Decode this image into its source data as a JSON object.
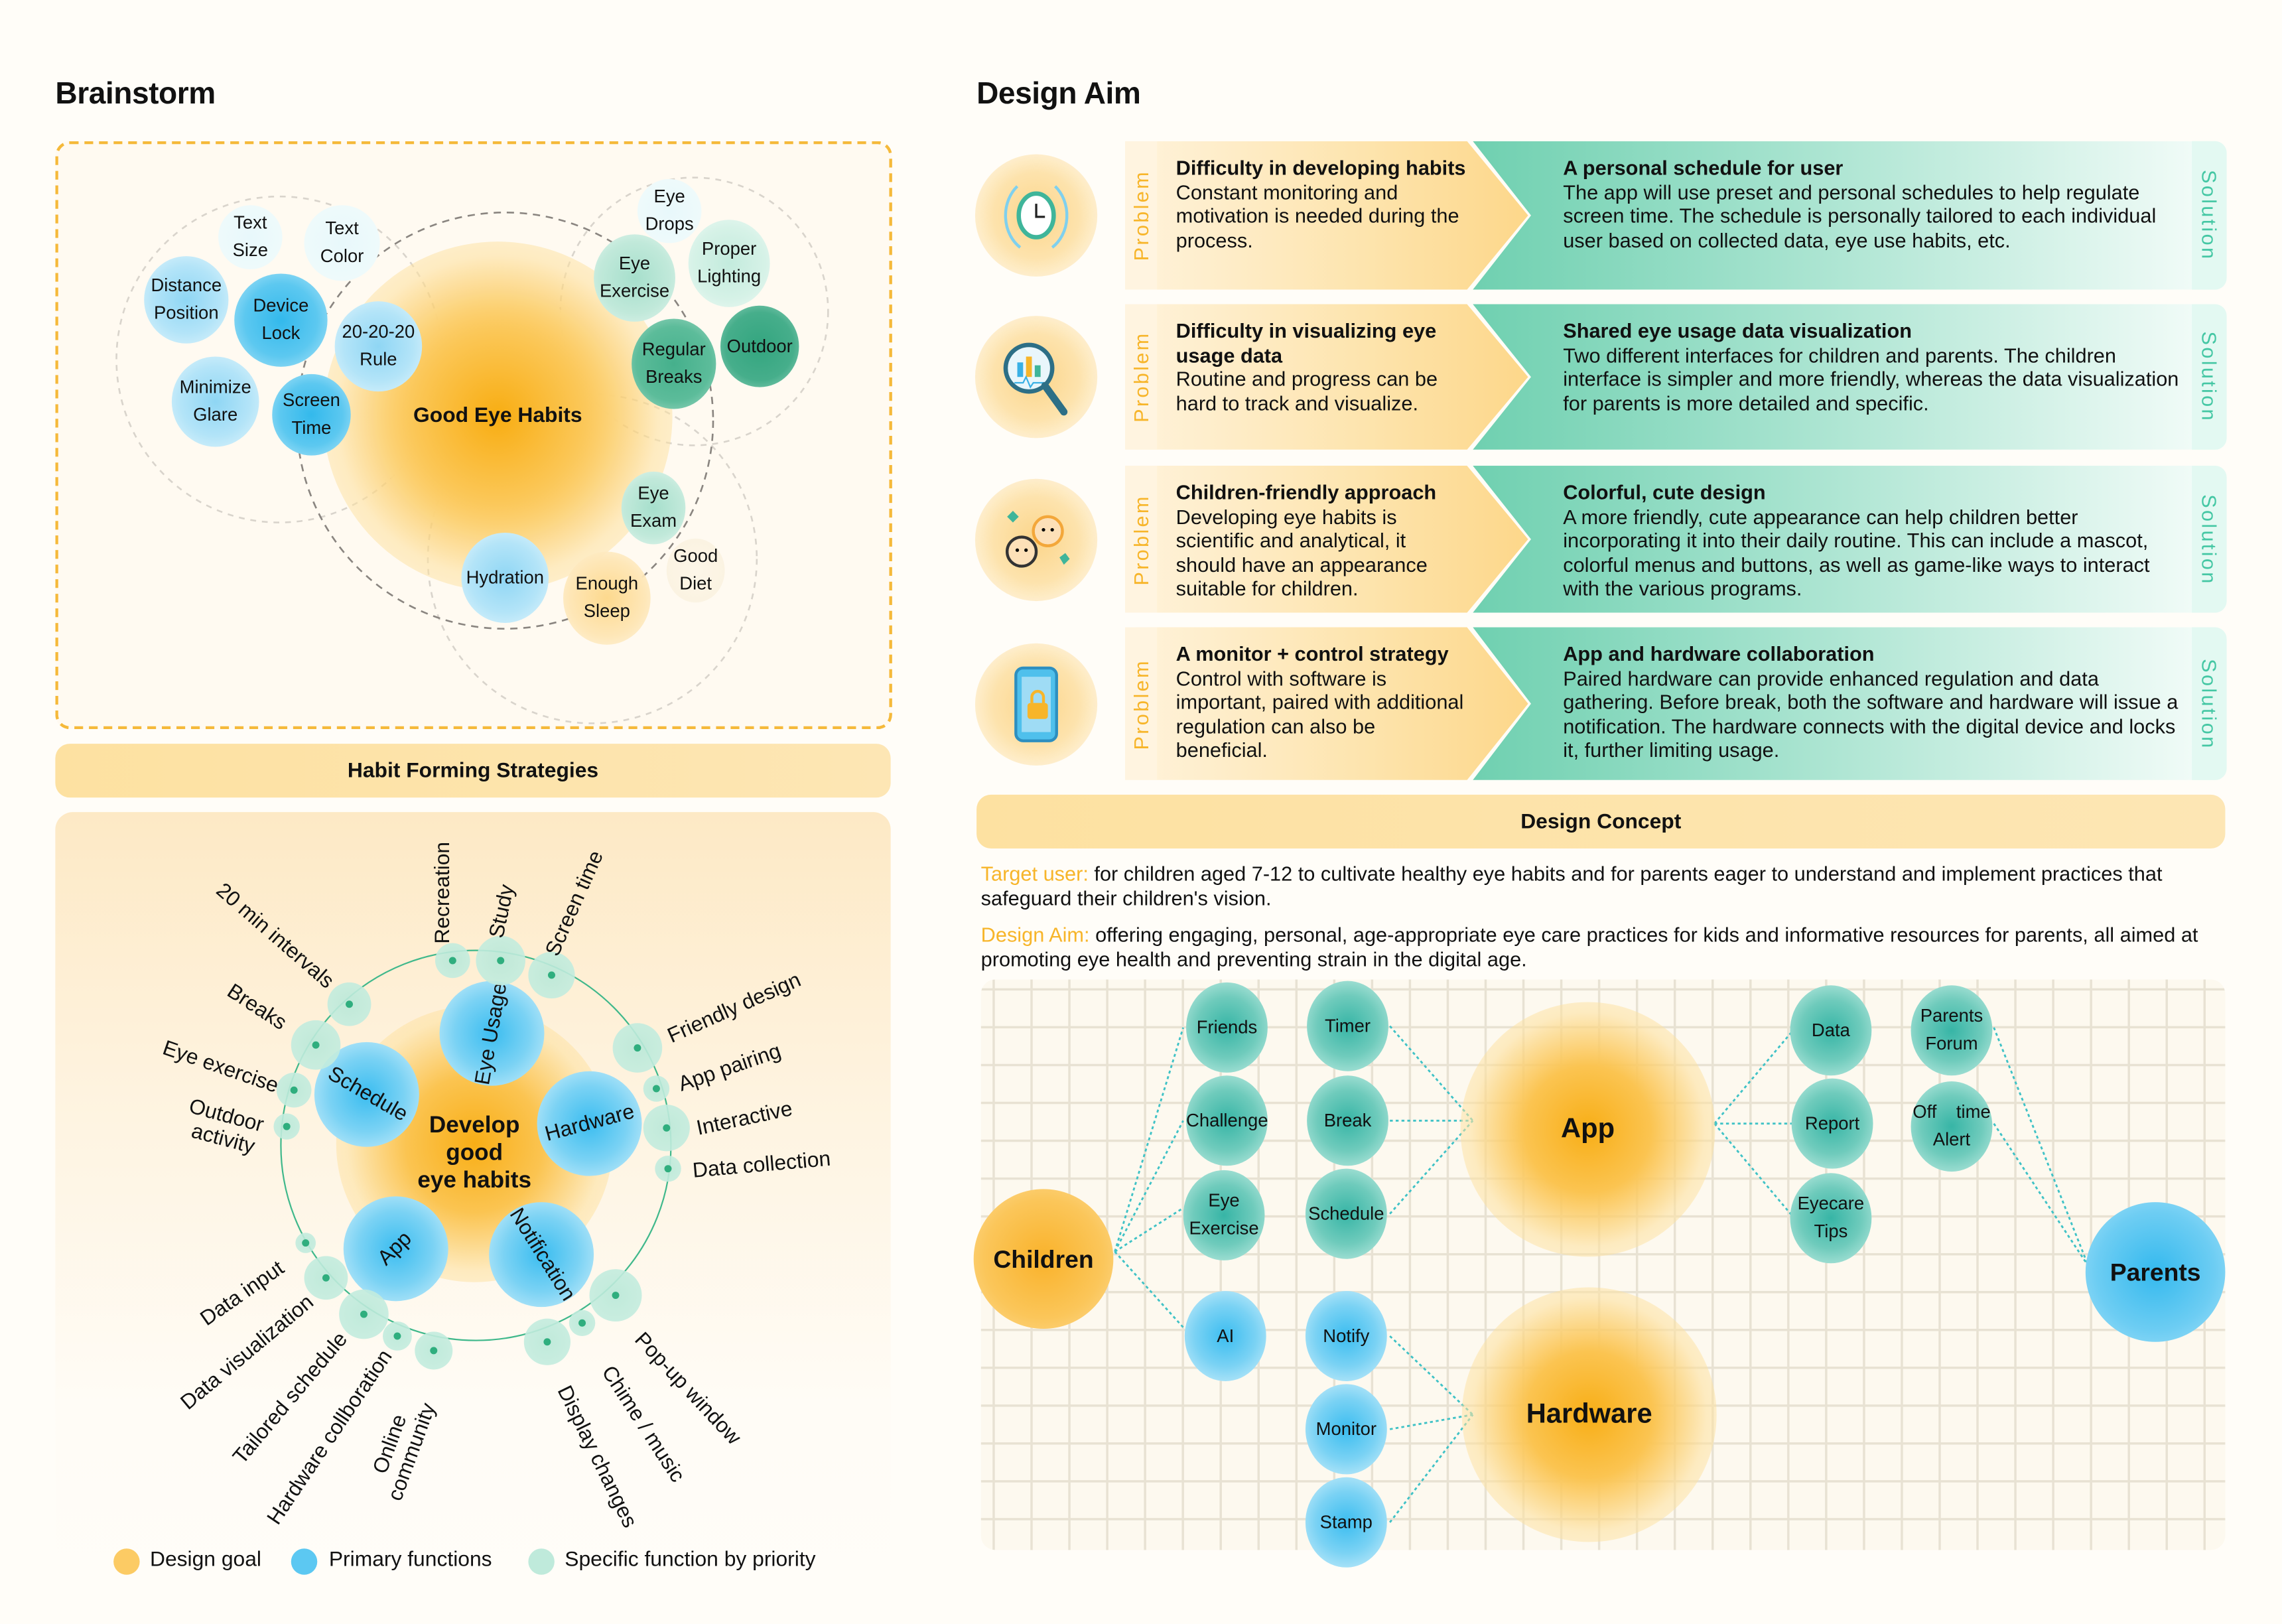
{
  "brainstorm": {
    "title": "Brainstorm",
    "center": "Good Eye Habits",
    "bubbles": [
      {
        "label": "Text Size",
        "lines": [
          "Text",
          "Size"
        ]
      },
      {
        "label": "Text Color",
        "lines": [
          "Text",
          "Color"
        ]
      },
      {
        "label": "Distance Position",
        "lines": [
          "Distance",
          "Position"
        ]
      },
      {
        "label": "Device Lock",
        "lines": [
          "Device",
          "Lock"
        ]
      },
      {
        "label": "20-20-20 Rule",
        "lines": [
          "20-20-20",
          "Rule"
        ]
      },
      {
        "label": "Minimize Glare",
        "lines": [
          "Minimize",
          "Glare"
        ]
      },
      {
        "label": "Screen Time",
        "lines": [
          "Screen",
          "Time"
        ]
      },
      {
        "label": "Eye Drops",
        "lines": [
          "Eye",
          "Drops"
        ]
      },
      {
        "label": "Proper Lighting",
        "lines": [
          "Proper",
          "Lighting"
        ]
      },
      {
        "label": "Eye Exercise",
        "lines": [
          "Eye",
          "Exercise"
        ]
      },
      {
        "label": "Regular Breaks",
        "lines": [
          "Regular",
          "Breaks"
        ]
      },
      {
        "label": "Outdoor",
        "lines": [
          "Outdoor"
        ]
      },
      {
        "label": "Eye Exam",
        "lines": [
          "Eye",
          "Exam"
        ]
      },
      {
        "label": "Good Diet",
        "lines": [
          "Good",
          "Diet"
        ]
      },
      {
        "label": "Hydration",
        "lines": [
          "Hydration"
        ]
      },
      {
        "label": "Enough Sleep",
        "lines": [
          "Enough",
          "Sleep"
        ]
      }
    ]
  },
  "strategies": {
    "bar_label": "Habit Forming Strategies",
    "center_lines": [
      "Develop",
      "good",
      "eye habits"
    ],
    "primary": [
      "Eye Usage",
      "Schedule",
      "Hardware",
      "App",
      "Notification"
    ],
    "specific": [
      "Recreation",
      "Study",
      "Screen time",
      "20 min intervals",
      "Breaks",
      "Eye exercise",
      "Outdoor activity",
      "Friendly design",
      "App pairing",
      "Interactive",
      "Data collection",
      "Data input",
      "Data visualization",
      "Tailored schedule",
      "Hardware collboration",
      "Online community",
      "Display changes",
      "Chime / music",
      "Pop-up window"
    ],
    "specific_lines": {
      "outdoor": [
        "Outdoor",
        "activity"
      ],
      "online": [
        "Online",
        "community"
      ]
    },
    "legend": [
      {
        "label": "Design goal",
        "color": "#fccb64"
      },
      {
        "label": "Primary functions",
        "color": "#5cc8f2"
      },
      {
        "label": "Specific function by priority",
        "color": "#bfeadb"
      }
    ]
  },
  "design_aim": {
    "title": "Design Aim",
    "problem_label": "Problem",
    "solution_label": "Solution",
    "rows": [
      {
        "icon": "clock-cycle-icon",
        "problem_title": "Difficulty in developing habits",
        "problem_text": "Constant monitoring and motivation is needed during the process.",
        "solution_title": "A personal schedule for user",
        "solution_text": "The app will use preset and personal schedules to help regulate screen time. The schedule is personally tailored to each individual user based on collected data, eye use habits, etc."
      },
      {
        "icon": "magnifier-chart-icon",
        "problem_title": "Difficulty in visualizing eye usage data",
        "problem_text": "Routine and progress can be hard to track and visualize.",
        "solution_title": "Shared eye usage data visualization",
        "solution_text": "Two different interfaces for children and parents. The children interface is simpler and more friendly, whereas the data visualization for parents is more detailed and specific."
      },
      {
        "icon": "children-faces-icon",
        "problem_title": "Children-friendly approach",
        "problem_text": "Developing eye habits is scientific and analytical, it should have an appearance suitable for children.",
        "solution_title": "Colorful, cute design",
        "solution_text": "A more friendly, cute appearance can help children better incorporating it into their daily routine. This can include a mascot, colorful menus and buttons, as well as game-like ways to interact with the various programs."
      },
      {
        "icon": "phone-lock-icon",
        "problem_title": "A monitor + control strategy",
        "problem_text": "Control with software is important, paired with additional regulation can also be beneficial.",
        "solution_title": "App and hardware collaboration",
        "solution_text": "Paired hardware can provide enhanced regulation and data gathering. Before break, both the software and hardware will issue a notification. The hardware connects with the digital device and locks it, further limiting usage."
      }
    ]
  },
  "design_concept": {
    "bar_label": "Design Concept",
    "target_label": "Target user:",
    "target_text": " for children aged 7-12 to cultivate healthy eye habits and for parents eager to understand and implement practices that safeguard their children's vision.",
    "aim_label": "Design Aim:",
    "aim_text": " offering engaging, personal, age-appropriate eye care practices for kids and informative resources for parents, all aimed at promoting eye health and preventing strain in the digital age.",
    "accent_color": "#f7b52a",
    "map": {
      "children": "Children",
      "parents": "Parents",
      "app": "App",
      "hardware": "Hardware",
      "child_features": [
        "Friends",
        "Challenge",
        "Eye Exercise",
        "AI"
      ],
      "app_features": [
        "Timer",
        "Break",
        "Schedule"
      ],
      "hardware_features": [
        "Notify",
        "Monitor",
        "Stamp"
      ],
      "parent_app_features": [
        "Data",
        "Report",
        "Eyecare Tips"
      ],
      "parent_features": [
        "Parents Forum",
        "Off time Alert"
      ]
    }
  }
}
